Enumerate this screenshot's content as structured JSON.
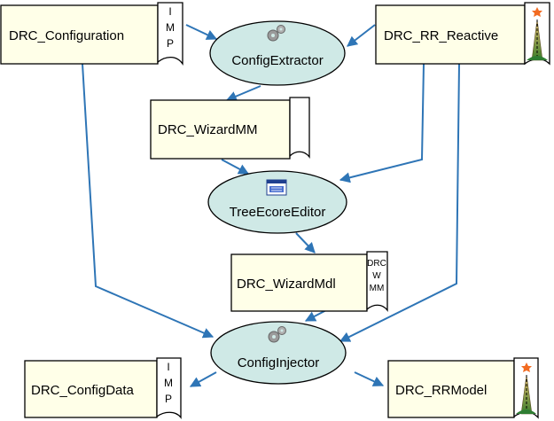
{
  "nodes": {
    "drc_configuration": {
      "label": "DRC_Configuration",
      "tab": [
        "I",
        "M",
        "P"
      ]
    },
    "drc_rr_reactive": {
      "label": "DRC_RR_Reactive"
    },
    "config_extractor": {
      "label": "ConfigExtractor",
      "icon": "gears-icon"
    },
    "drc_wizardmm": {
      "label": "DRC_WizardMM"
    },
    "tree_ecore_editor": {
      "label": "TreeEcoreEditor",
      "icon": "window-icon"
    },
    "drc_wizardmdl": {
      "label": "DRC_WizardMdl",
      "tab": [
        "DRC",
        "W",
        "MM"
      ]
    },
    "config_injector": {
      "label": "ConfigInjector",
      "icon": "gears-icon"
    },
    "drc_configdata": {
      "label": "DRC_ConfigData",
      "tab": [
        "I",
        "M",
        "P"
      ]
    },
    "drc_rrmodel": {
      "label": "DRC_RRModel"
    }
  },
  "colors": {
    "ellipse_fill": "#cfe9e6",
    "box_fill": "#ffffe8",
    "arrow": "#2e75b6"
  }
}
